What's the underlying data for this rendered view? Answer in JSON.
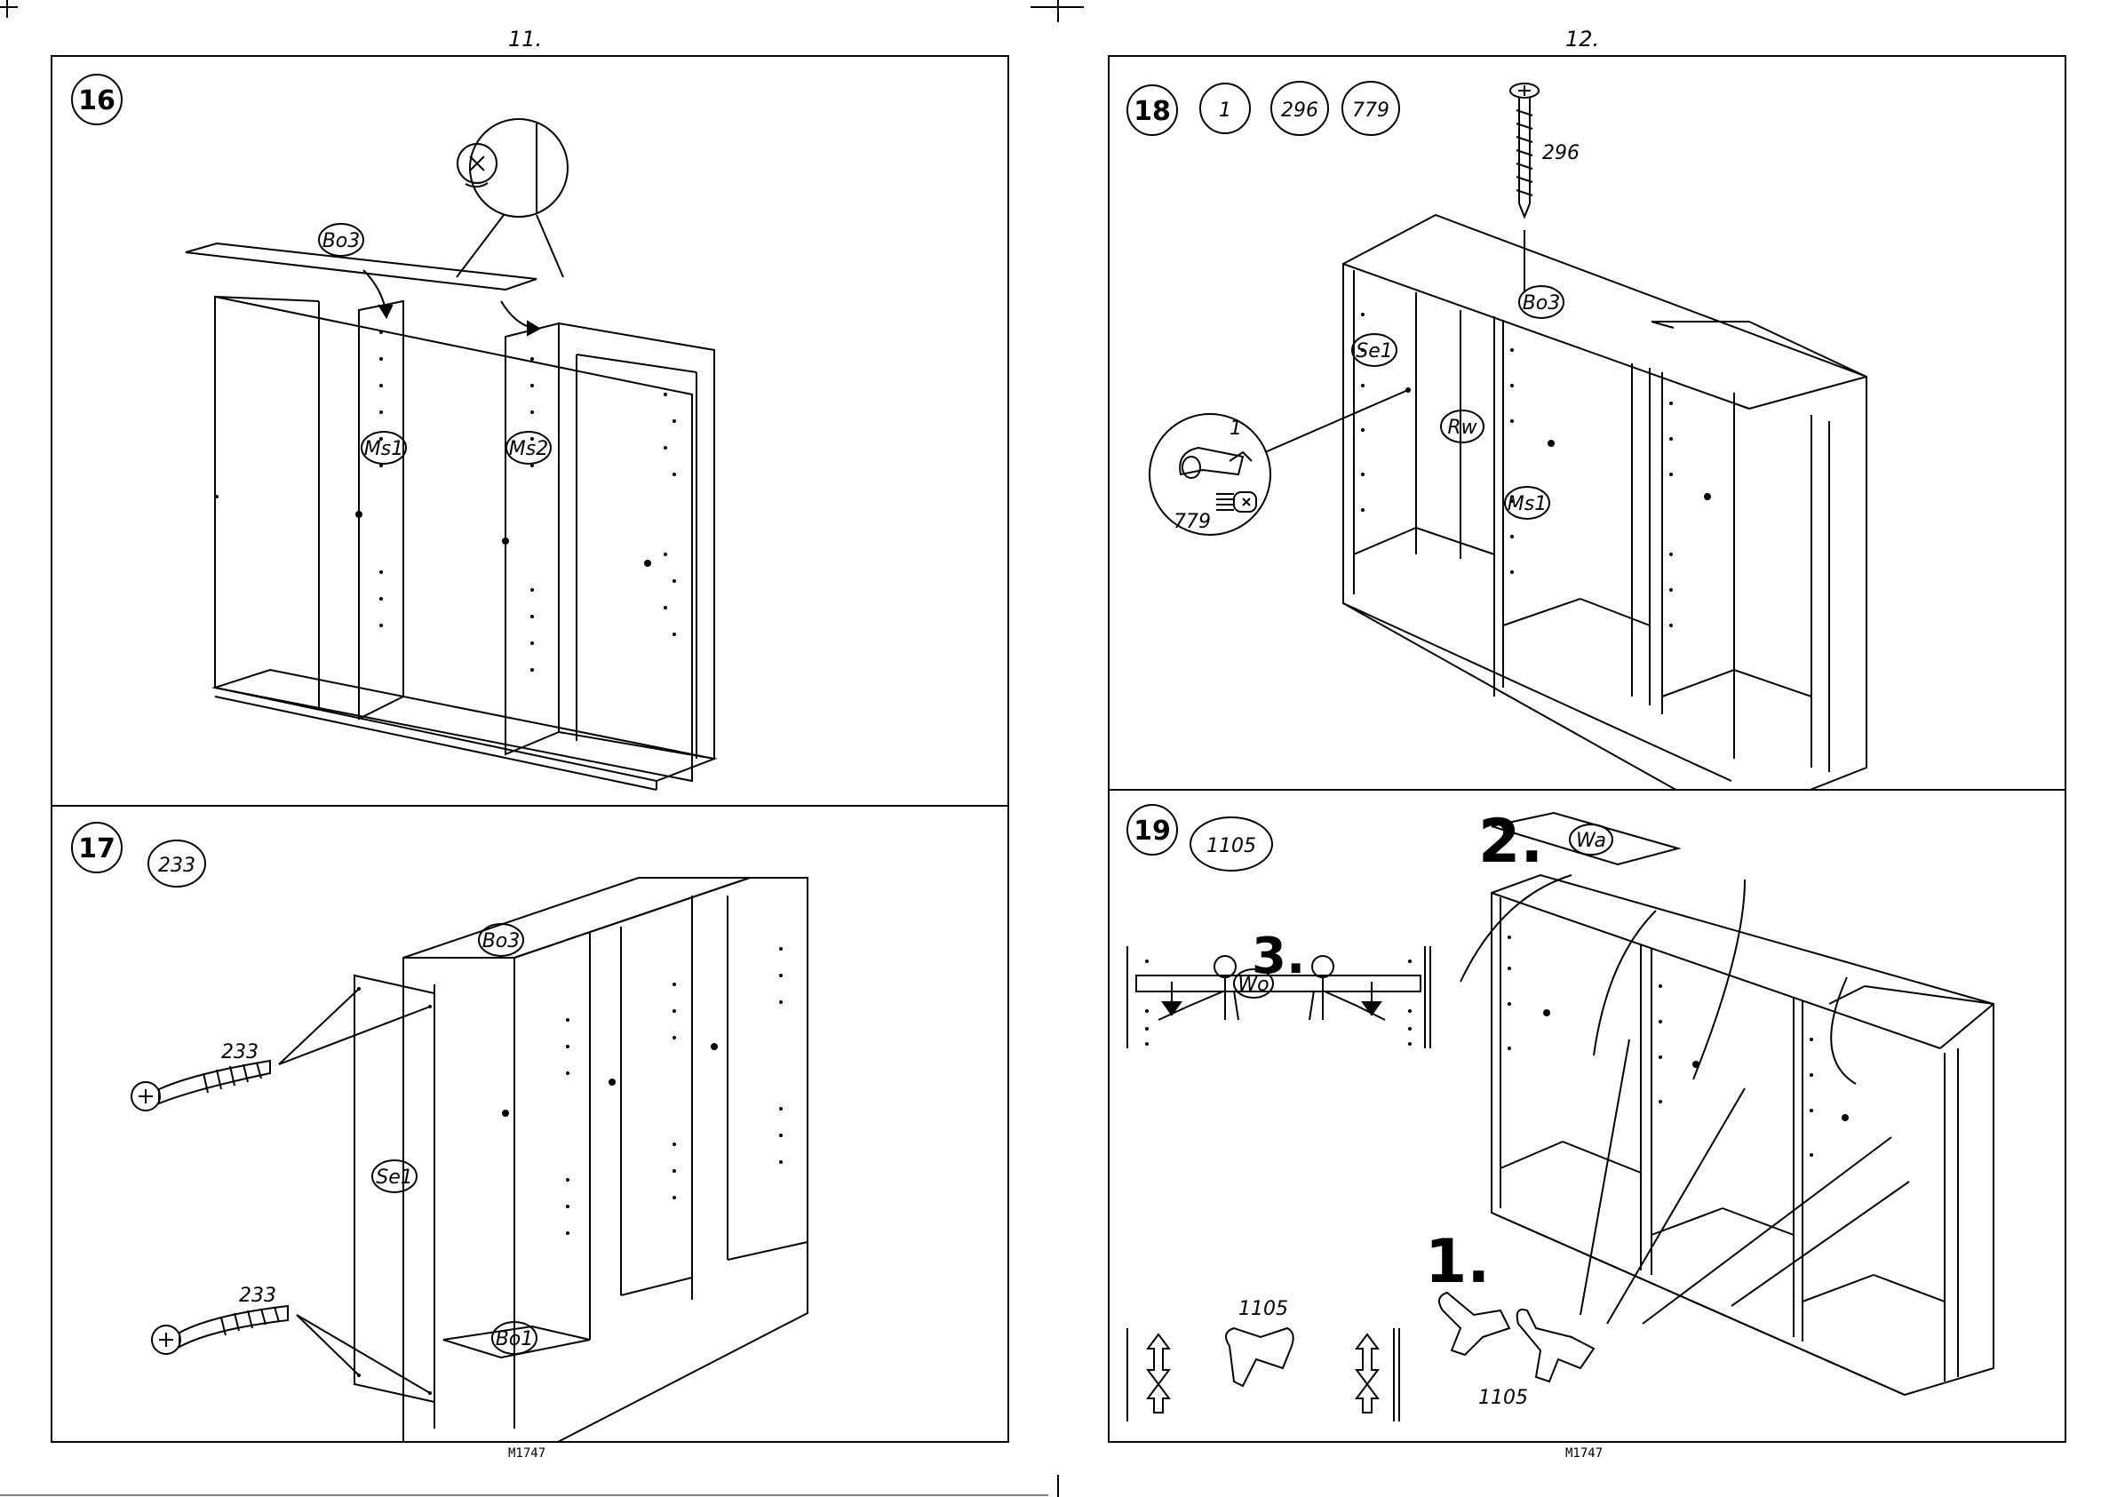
{
  "left_page": {
    "number": "11.",
    "code": "M1747"
  },
  "right_page": {
    "number": "12.",
    "code": "M1747"
  },
  "steps": {
    "s16": {
      "number": "16",
      "part_bo3": "Bo3",
      "part_ms1": "Ms1",
      "part_ms2": "Ms2"
    },
    "s17": {
      "number": "17",
      "fastener": "233",
      "screw_top": "233",
      "screw_bottom": "233",
      "part_bo3": "Bo3",
      "part_se1": "Se1",
      "part_bo1": "Bo1"
    },
    "s18": {
      "number": "18",
      "qty_1": "1",
      "qty_296": "296",
      "qty_779": "779",
      "screw_296": "296",
      "part_bo3": "Bo3",
      "part_se1": "Se1",
      "part_rw": "Rw",
      "part_ms1": "Ms1",
      "detail_1": "1",
      "detail_779": "779"
    },
    "s19": {
      "number": "19",
      "qty_1105": "1105",
      "seq_1": "1.",
      "seq_2": "2.",
      "seq_3": "3.",
      "part_wo": "Wo",
      "part_wa": "Wa",
      "clip_label_a": "1105",
      "clip_label_b": "1105"
    }
  },
  "icons": [
    "cam-lock-detail-icon",
    "arrow-icon",
    "screw-icon",
    "person-icon",
    "bracket-clip-icon"
  ]
}
